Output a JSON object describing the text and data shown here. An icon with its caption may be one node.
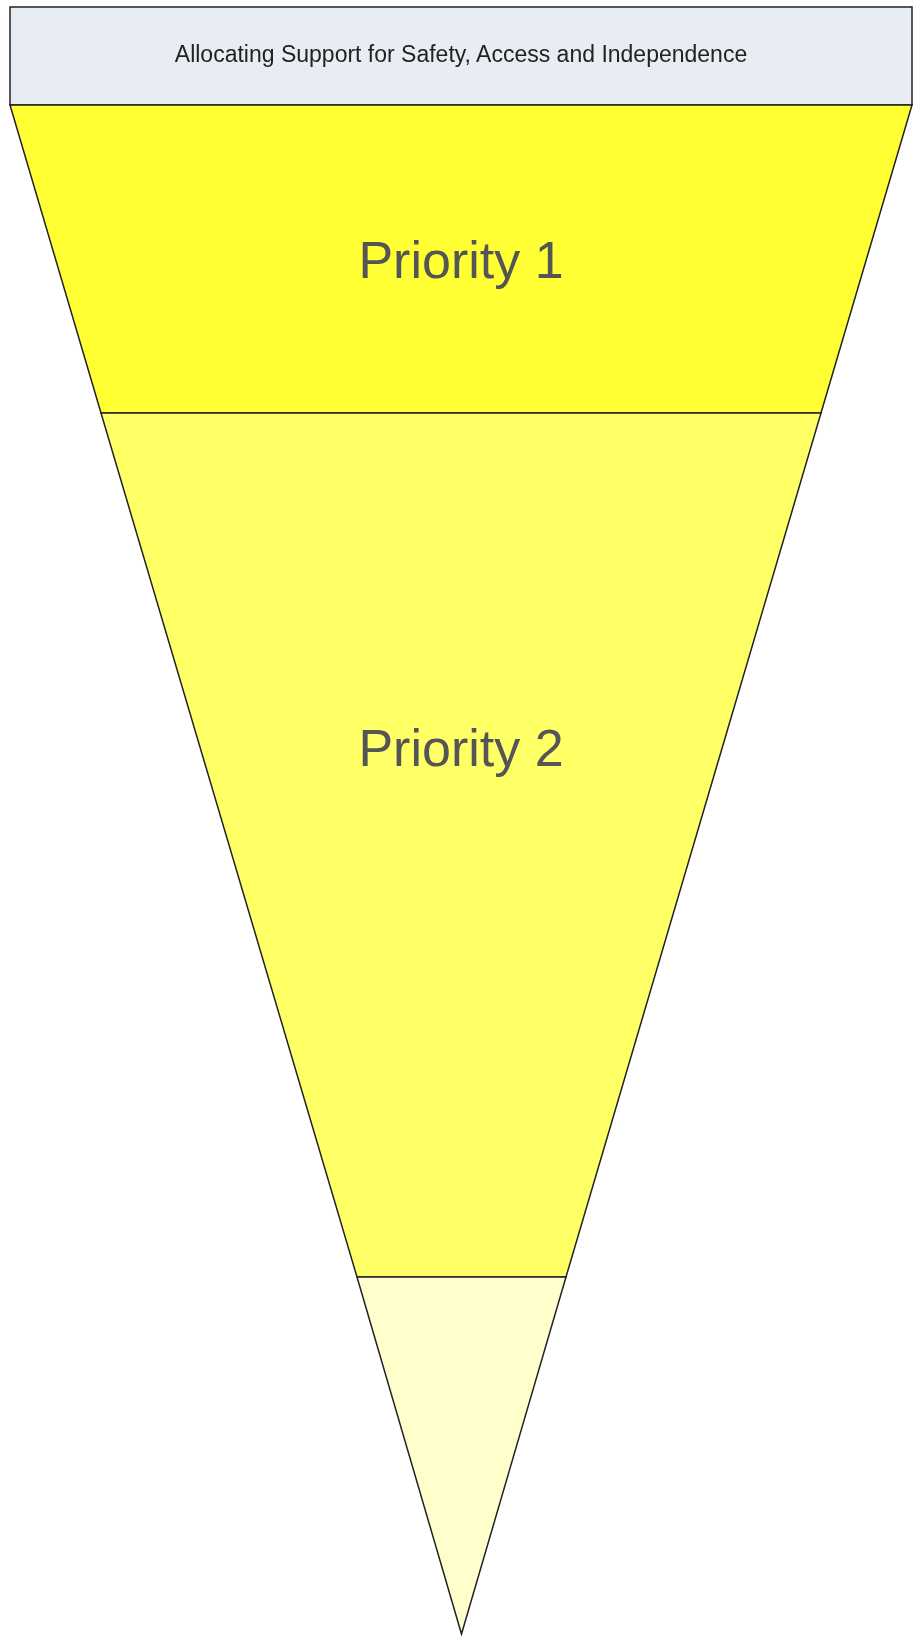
{
  "diagram": {
    "nodes": [
      {
        "text": [
          "Allocating Support for Safety, Access and Independence"
        ]
      },
      {
        "text": [
          "Priority 1"
        ]
      },
      {
        "text": [
          "Priority 2"
        ]
      },
      {
        "text": [],
        "shape": "triangle"
      }
    ]
  }
}
